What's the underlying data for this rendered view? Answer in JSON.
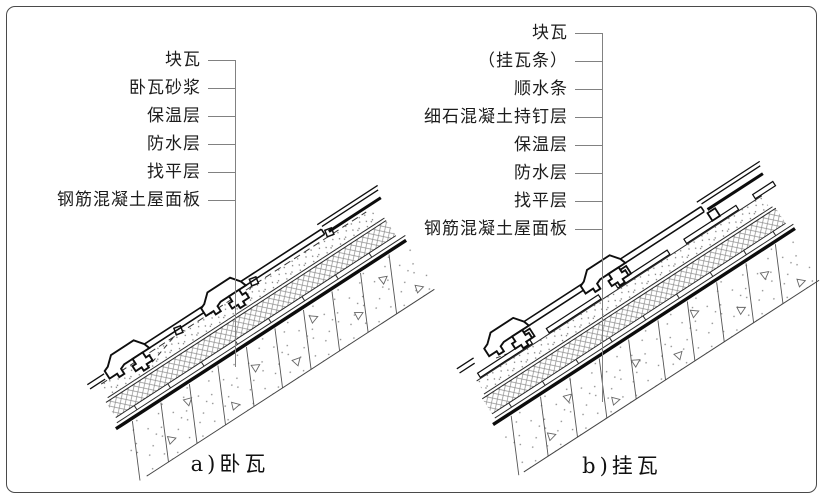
{
  "figure": {
    "background": "#ffffff",
    "border_color": "#4a4a4a",
    "drawing_line_color": "#111111",
    "leader_line_color": "#818181"
  },
  "panel_a": {
    "caption": "a)卧瓦",
    "labels": [
      "块瓦",
      "卧瓦砂浆",
      "保温层",
      "防水层",
      "找平层",
      "钢筋混凝土屋面板"
    ]
  },
  "panel_b": {
    "caption": "b)挂瓦",
    "labels": [
      "块瓦",
      "（挂瓦条）",
      "顺水条",
      "细石混凝土持钉层",
      "保温层",
      "防水层",
      "找平层",
      "钢筋混凝土屋面板"
    ]
  }
}
